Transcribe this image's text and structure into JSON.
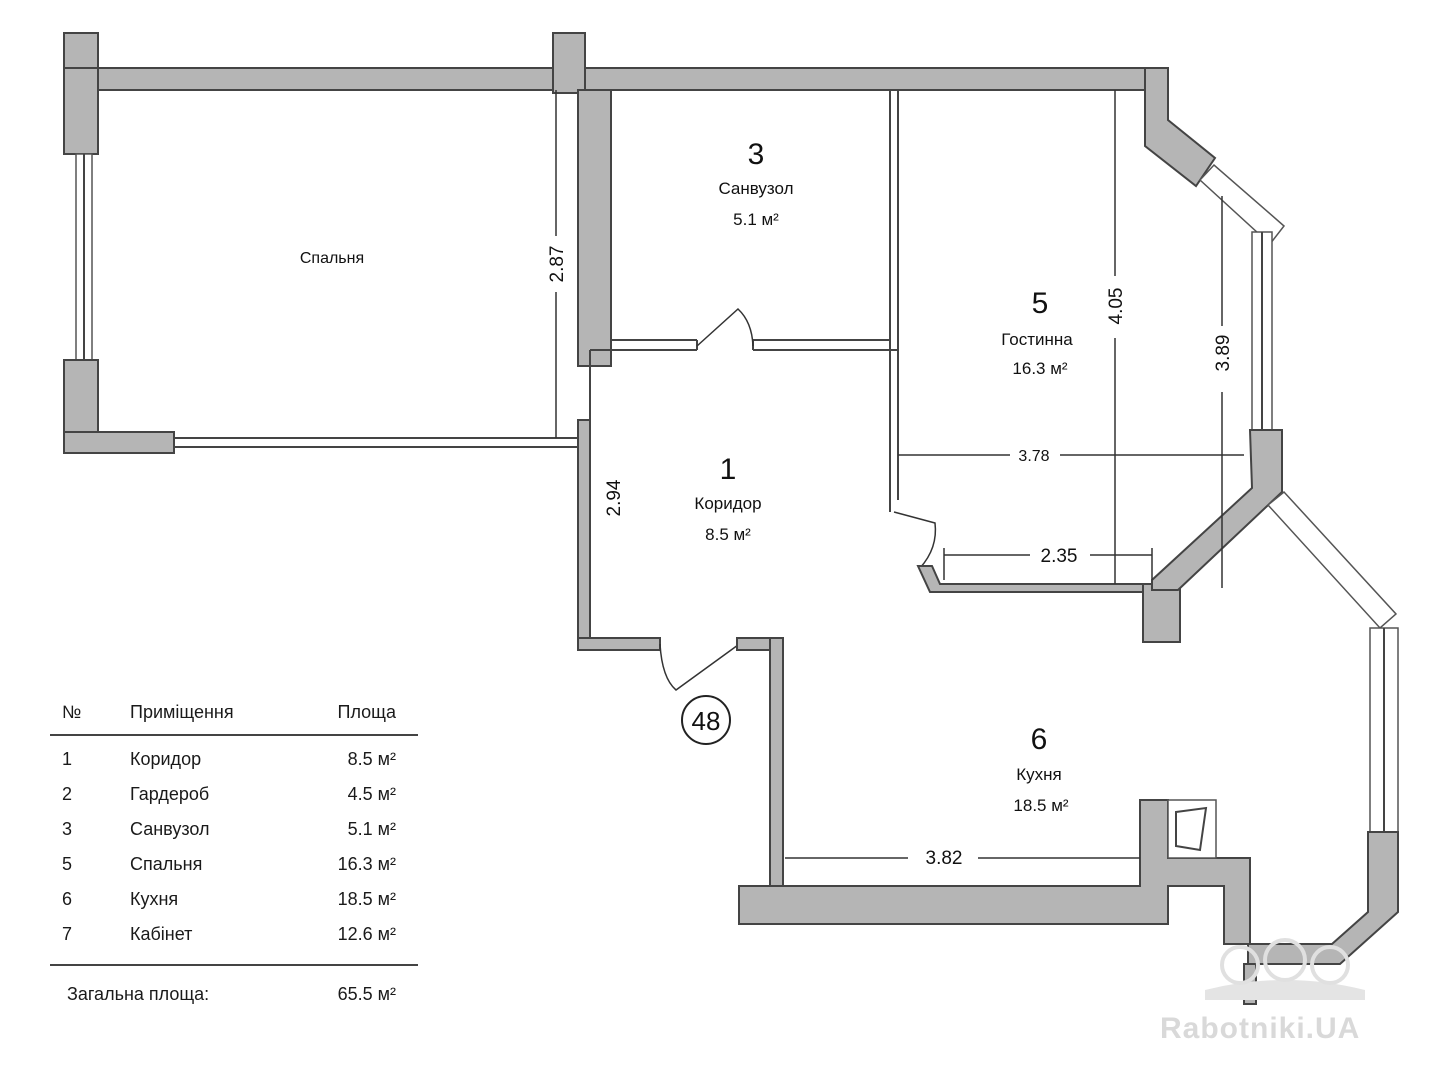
{
  "plan": {
    "rooms": [
      {
        "id": "bedroom",
        "number": "",
        "name": "Спальня",
        "area": ""
      },
      {
        "id": "bathroom",
        "number": "3",
        "name": "Санвузол",
        "area": "5.1 м²"
      },
      {
        "id": "living",
        "number": "5",
        "name": "Гостинна",
        "area": "16.3 м²"
      },
      {
        "id": "corridor",
        "number": "1",
        "name": "Коридор",
        "area": "8.5 м²"
      },
      {
        "id": "kitchen",
        "number": "6",
        "name": "Кухня",
        "area": "18.5 м²"
      }
    ],
    "dimensions": {
      "bedroom_height": "2.87",
      "corridor_height": "2.94",
      "living_height": "4.05",
      "living_window": "3.89",
      "living_width": "3.78",
      "living_bottom": "2.35",
      "kitchen_width": "3.82"
    },
    "apartment_number": "48"
  },
  "table": {
    "headers": {
      "no": "№",
      "room": "Приміщення",
      "area": "Площа"
    },
    "rows": [
      {
        "no": "1",
        "room": "Коридор",
        "area": "8.5 м²"
      },
      {
        "no": "2",
        "room": "Гардероб",
        "area": "4.5 м²"
      },
      {
        "no": "3",
        "room": "Санвузол",
        "area": "5.1 м²"
      },
      {
        "no": "5",
        "room": "Спальня",
        "area": "16.3 м²"
      },
      {
        "no": "6",
        "room": "Кухня",
        "area": "18.5 м²"
      },
      {
        "no": "7",
        "room": "Кабінет",
        "area": "12.6 м²"
      }
    ],
    "total_label": "Загальна площа:",
    "total_value": "65.5 м²"
  },
  "watermark": "Rabotniki.UA",
  "colors": {
    "wall": "#b5b5b5",
    "line": "#444444",
    "background": "#ffffff",
    "watermark": "#d9d9d9"
  }
}
